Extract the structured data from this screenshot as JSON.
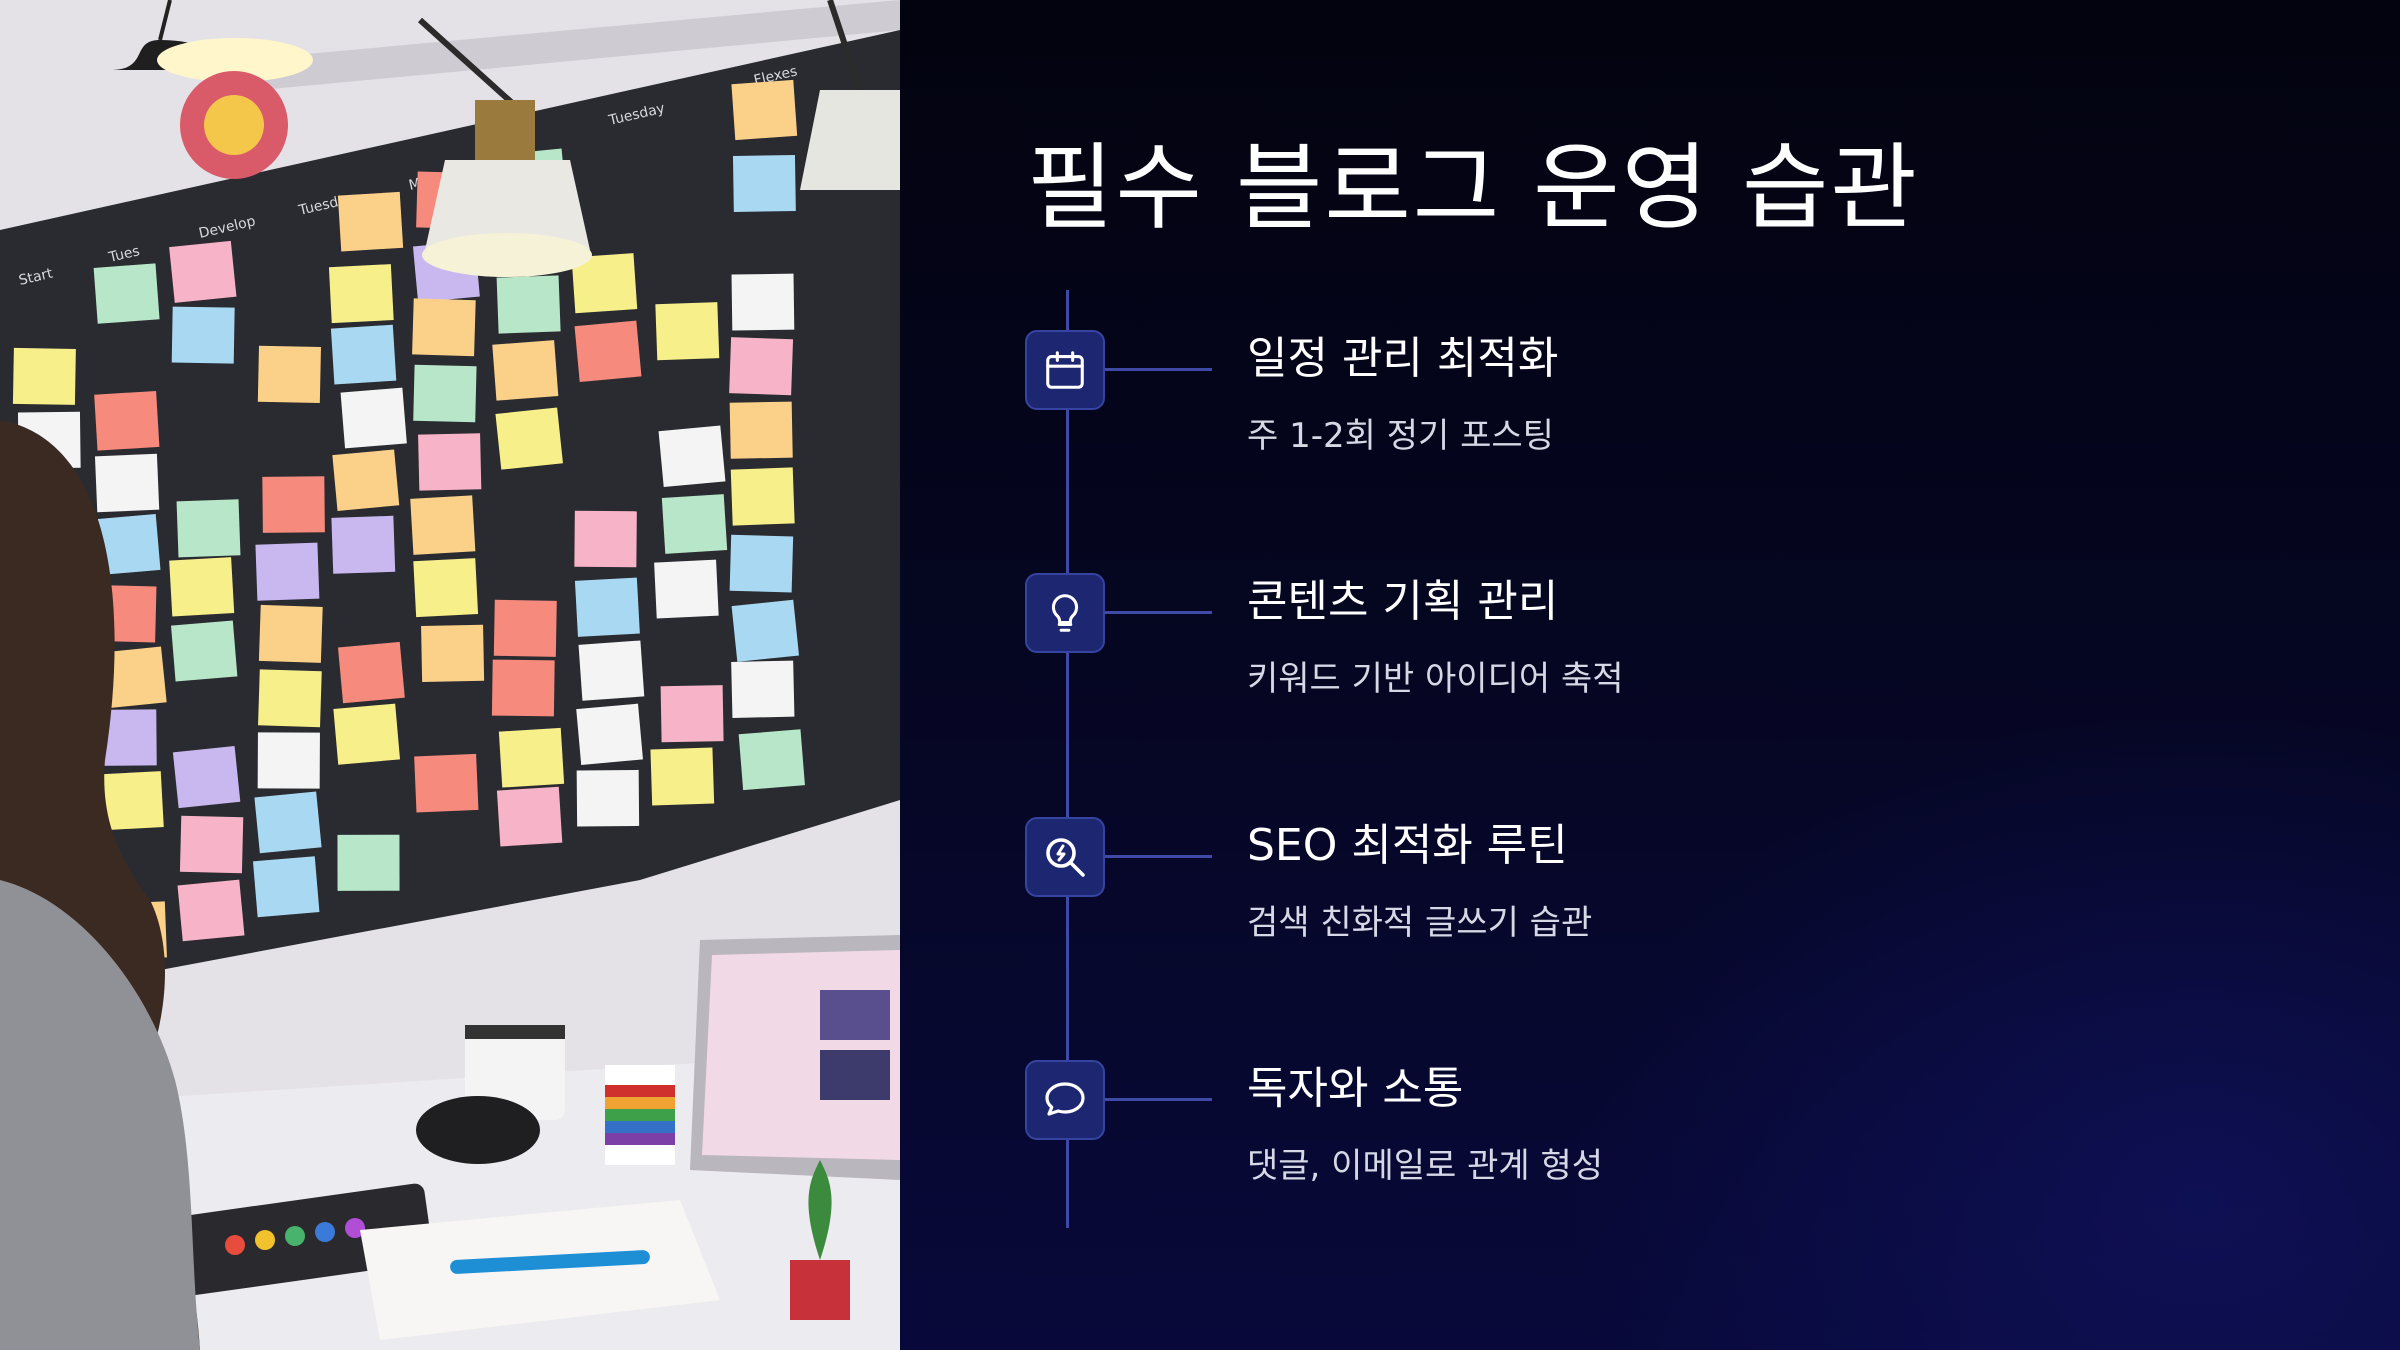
{
  "slide": {
    "title": "필수 블로그 운영 습관",
    "colors": {
      "background": "#05051a",
      "accent": "#3f4aa6",
      "icon_box": "#1d2670",
      "text": "#ffffff"
    }
  },
  "photo": {
    "board_columns": [
      "Start",
      "Tues",
      "Develop",
      "Tuesday",
      "Monday",
      "Tuesday",
      "Flexes"
    ]
  },
  "habits": [
    {
      "icon": "calendar-icon",
      "title": "일정 관리 최적화",
      "desc": "주 1-2회 정기 포스팅"
    },
    {
      "icon": "lightbulb-icon",
      "title": "콘텐츠 기획 관리",
      "desc": "키워드 기반 아이디어 축적"
    },
    {
      "icon": "search-icon",
      "title": "SEO 최적화 루틴",
      "desc": "검색 친화적 글쓰기 습관"
    },
    {
      "icon": "chat-bubble-icon",
      "title": "독자와 소통",
      "desc": "댓글, 이메일로 관계 형성"
    }
  ]
}
